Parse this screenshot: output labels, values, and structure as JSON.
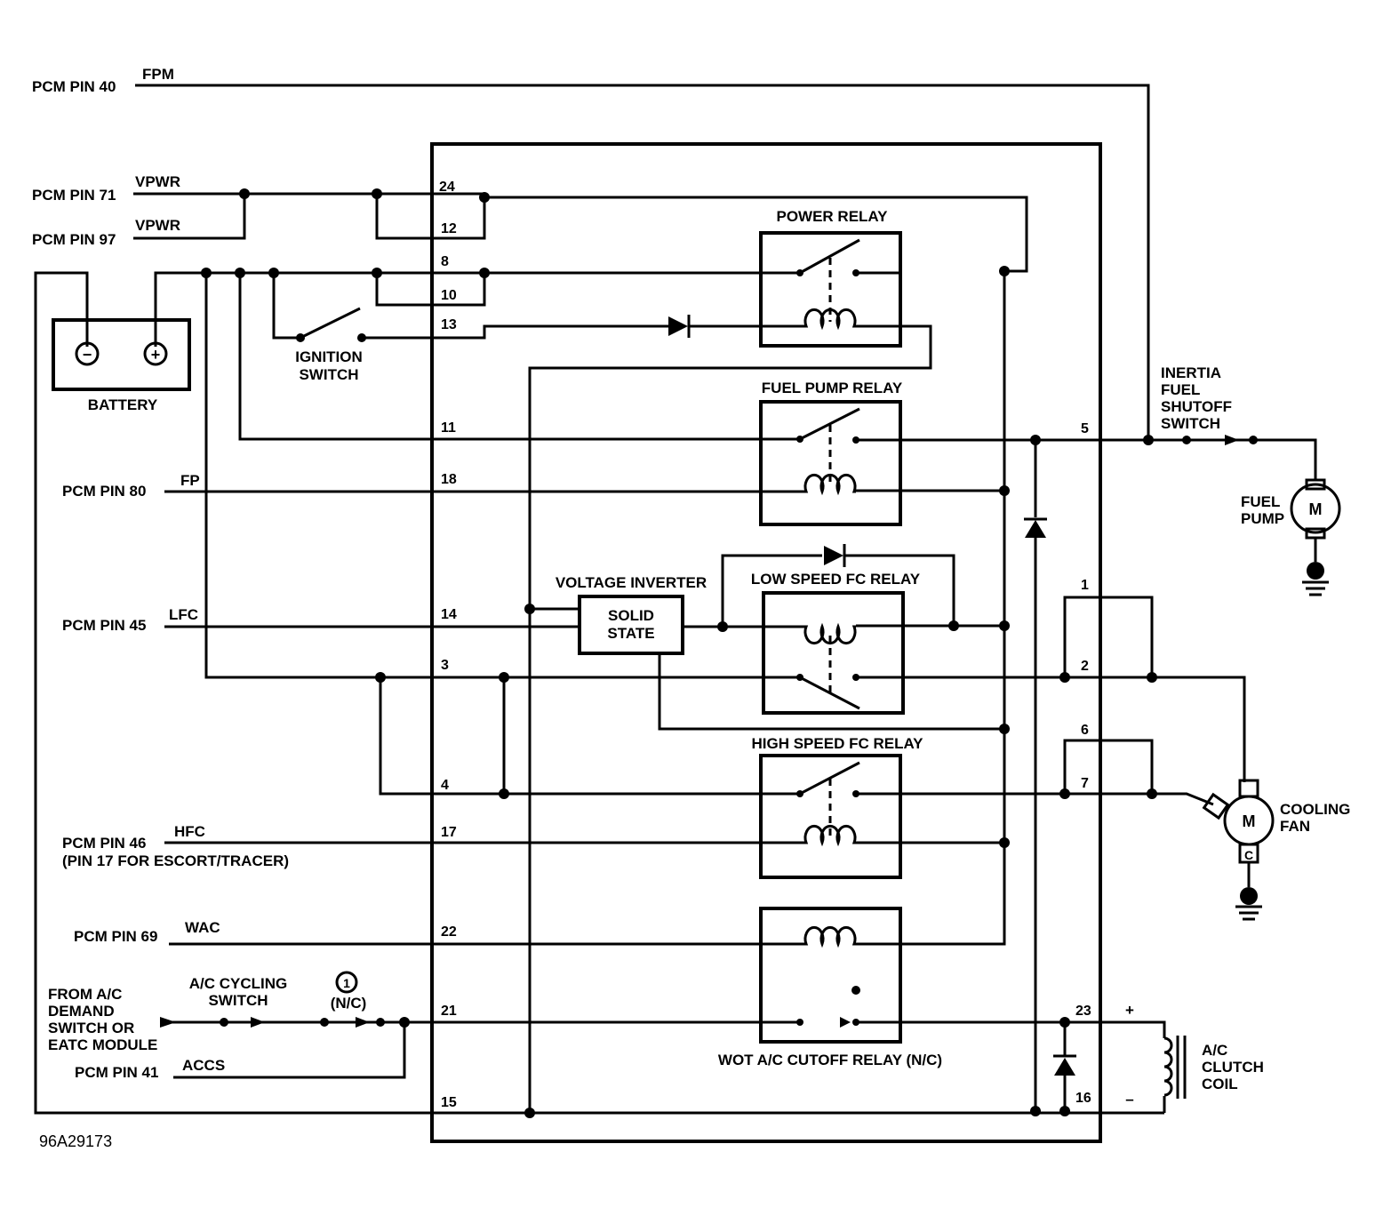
{
  "pcm": {
    "pin40": "PCM PIN 40",
    "pin71": "PCM PIN 71",
    "pin97": "PCM PIN 97",
    "pin80": "PCM PIN 80",
    "pin45": "PCM PIN 45",
    "pin46": "PCM PIN 46",
    "pin46_note": "(PIN 17 FOR ESCORT/TRACER)",
    "pin69": "PCM PIN 69",
    "pin41": "PCM PIN 41"
  },
  "signals": {
    "fpm": "FPM",
    "vpwr1": "VPWR",
    "vpwr2": "VPWR",
    "fp": "FP",
    "lfc": "LFC",
    "hfc": "HFC",
    "wac": "WAC",
    "accs": "ACCS"
  },
  "components": {
    "battery": "BATTERY",
    "battery_neg": "−",
    "battery_pos": "+",
    "ignition_1": "IGNITION",
    "ignition_2": "SWITCH",
    "power_relay": "POWER RELAY",
    "fuel_pump_relay": "FUEL PUMP RELAY",
    "voltage_inverter": "VOLTAGE INVERTER",
    "solid_1": "SOLID",
    "solid_2": "STATE",
    "low_speed_relay": "LOW SPEED FC RELAY",
    "high_speed_relay": "HIGH SPEED FC RELAY",
    "wot_relay": "WOT A/C CUTOFF RELAY (N/C)",
    "inertia_1": "INERTIA",
    "inertia_2": "FUEL",
    "inertia_3": "SHUTOFF",
    "inertia_4": "SWITCH",
    "fuel_pump_1": "FUEL",
    "fuel_pump_2": "PUMP",
    "motor_fp": "M",
    "cooling_1": "COOLING",
    "cooling_2": "FAN",
    "motor_fan": "M",
    "fan_c": "C",
    "clutch_1": "A/C",
    "clutch_2": "CLUTCH",
    "clutch_3": "COIL",
    "clutch_plus": "+",
    "clutch_minus": "–",
    "ac_demand_1": "FROM A/C",
    "ac_demand_2": "DEMAND",
    "ac_demand_3": "SWITCH OR",
    "ac_demand_4": "EATC MODULE",
    "ac_cycling_1": "A/C CYCLING",
    "ac_cycling_2": "SWITCH",
    "nc_ref": "1",
    "nc": "(N/C)"
  },
  "pins": {
    "p24": "24",
    "p12": "12",
    "p8": "8",
    "p10": "10",
    "p13": "13",
    "p11": "11",
    "p18": "18",
    "p14": "14",
    "p3": "3",
    "p4": "4",
    "p17": "17",
    "p22": "22",
    "p21": "21",
    "p15": "15",
    "p5": "5",
    "p1": "1",
    "p2": "2",
    "p6": "6",
    "p7": "7",
    "p23": "23",
    "p16": "16"
  },
  "figure_id": "96A29173"
}
